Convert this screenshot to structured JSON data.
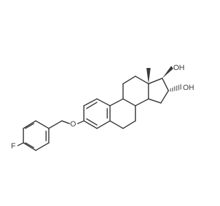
{
  "molecule": {
    "atoms": {
      "fluorine": "F",
      "ether_oxygen": "O",
      "hydroxyl_top": "OH",
      "hydroxyl_right": "OH"
    }
  },
  "colors": {
    "bond": "#3a3a3a",
    "label": "#3a3a3a",
    "background": "#ffffff"
  }
}
